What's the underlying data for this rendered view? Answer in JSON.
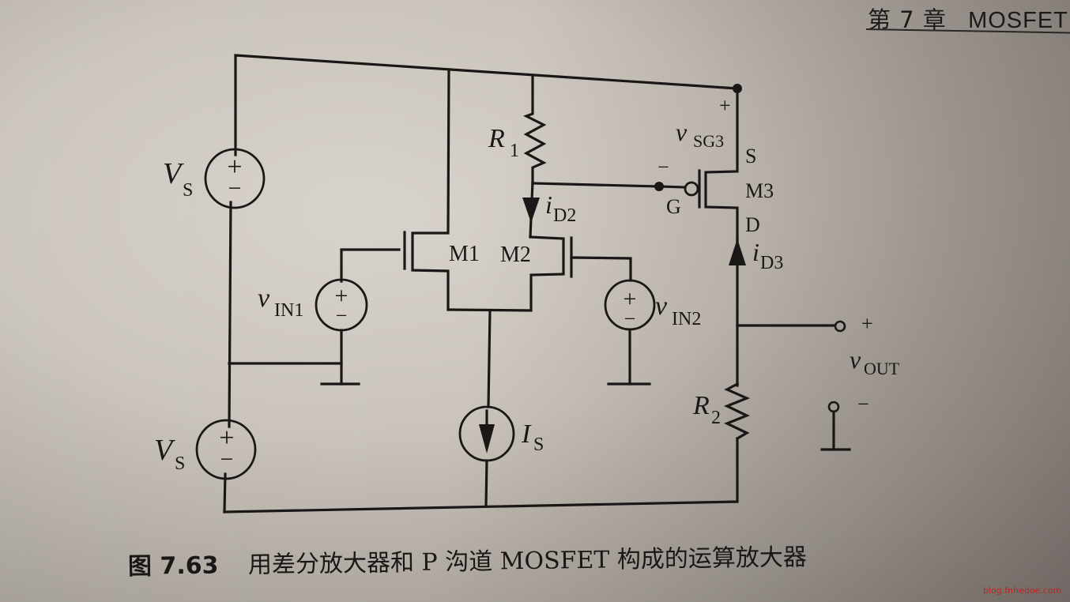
{
  "page": {
    "running_header": {
      "chapter": "第 7 章",
      "topic": "MOSFET"
    },
    "caption": {
      "figure_number": "图 7.63",
      "text": "用差分放大器和 P 沟道 MOSFET 构成的运算放大器"
    },
    "watermark": "blog.fnhedoe.com",
    "colors": {
      "ink": "#1a1816",
      "paper": "#cfc9c1",
      "watermark": "#c0221e"
    }
  },
  "circuit": {
    "title": "Op-amp built from a differential amplifier and a P-channel MOSFET",
    "components": {
      "vs_top": {
        "symbol": "V",
        "sub": "S",
        "plus": "+",
        "minus": "−"
      },
      "vs_bottom": {
        "symbol": "V",
        "sub": "S",
        "plus": "+",
        "minus": "−"
      },
      "vin1": {
        "symbol": "v",
        "sub": "IN1",
        "plus": "+",
        "minus": "−"
      },
      "vin2": {
        "symbol": "v",
        "sub": "IN2",
        "plus": "+",
        "minus": "−"
      },
      "r1": {
        "symbol": "R",
        "sub": "1"
      },
      "r2": {
        "symbol": "R",
        "sub": "2"
      },
      "is": {
        "symbol": "I",
        "sub": "S"
      },
      "m1": {
        "label": "M1"
      },
      "m2": {
        "label": "M2"
      },
      "m3": {
        "label": "M3",
        "source": "S",
        "gate": "G",
        "drain": "D"
      },
      "id2": {
        "symbol": "i",
        "sub": "D2"
      },
      "id3": {
        "symbol": "i",
        "sub": "D3"
      },
      "vsg3": {
        "symbol": "v",
        "sub": "SG3",
        "plus": "+",
        "minus": "−"
      },
      "vout": {
        "symbol": "v",
        "sub": "OUT",
        "plus": "+",
        "minus": "−"
      }
    }
  }
}
